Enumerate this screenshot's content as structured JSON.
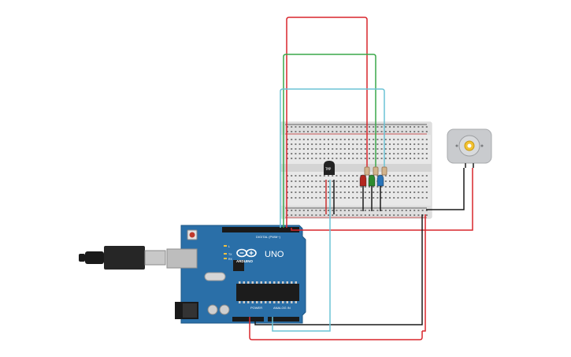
{
  "board": {
    "model_label": "UNO",
    "brand_label": "ARDUINO",
    "digital_label": "DIGITAL (PWM~)",
    "power_label": "POWER",
    "analog_label": "ANALOG IN",
    "tx_label": "TX",
    "rx_label": "RX",
    "l_label": "L"
  },
  "sensor": {
    "label": "TMP"
  },
  "leds": [
    {
      "color": "red",
      "hex": "#b3261e"
    },
    {
      "color": "green",
      "hex": "#2e8b2e"
    },
    {
      "color": "blue",
      "hex": "#2a74b8"
    }
  ],
  "wire_colors": {
    "red": "#d9262c",
    "green": "#3aa84a",
    "cyan": "#6cc3d5",
    "black": "#1a1a1a"
  },
  "board_colors": {
    "pcb": "#2a6fa8",
    "breadboard": "#e6e6e6",
    "motor": "#c7c9cc"
  }
}
